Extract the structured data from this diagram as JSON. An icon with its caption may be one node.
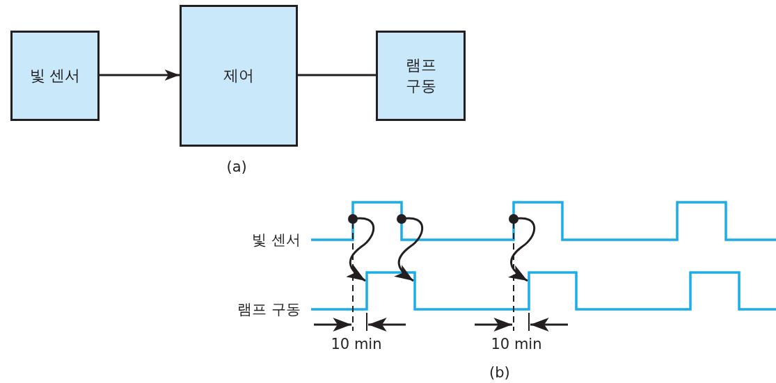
{
  "diagram": {
    "nodes": [
      {
        "text": [
          "빛 센서"
        ]
      },
      {
        "text": [
          "제어"
        ]
      },
      {
        "text": [
          "램프 구동"
        ]
      }
    ],
    "edges": [
      {
        "from": 0,
        "to": 1,
        "arrow": "to"
      },
      {
        "from": 1,
        "to": 2,
        "arrow": "none"
      }
    ],
    "labels": [
      "(a)",
      "빛 센서",
      "램프 구동",
      "10 min",
      "10 min",
      "(b)"
    ]
  }
}
